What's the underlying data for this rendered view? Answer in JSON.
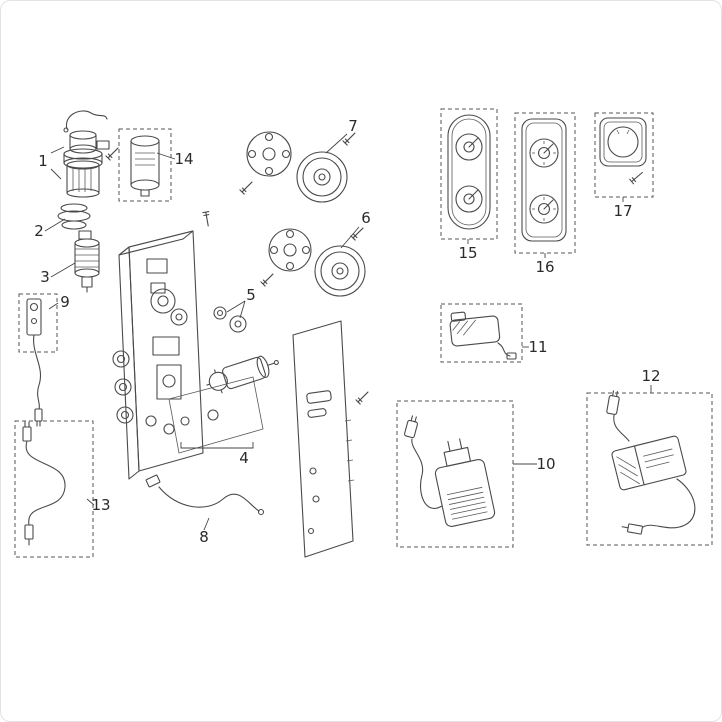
{
  "diagram": {
    "type": "exploded-parts-diagram",
    "line_color": "#4a4a4a",
    "dash_color": "#555555",
    "background": "#ffffff",
    "parts": [
      {
        "label": "1"
      },
      {
        "label": "2"
      },
      {
        "label": "3"
      },
      {
        "label": "4"
      },
      {
        "label": "5"
      },
      {
        "label": "6"
      },
      {
        "label": "7"
      },
      {
        "label": "8"
      },
      {
        "label": "9"
      },
      {
        "label": "10"
      },
      {
        "label": "11"
      },
      {
        "label": "12"
      },
      {
        "label": "13"
      },
      {
        "label": "14"
      },
      {
        "label": "15"
      },
      {
        "label": "16"
      },
      {
        "label": "17"
      }
    ]
  }
}
